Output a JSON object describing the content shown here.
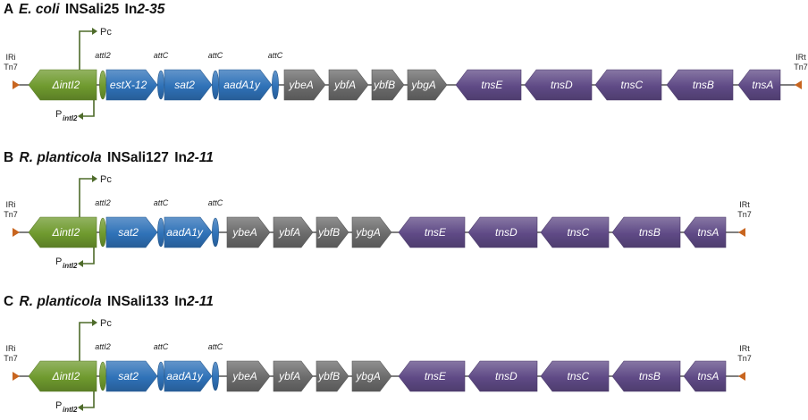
{
  "panels": [
    {
      "letter": "A",
      "organism": "E. coli",
      "element": "INSali25",
      "integron_prefix": "In",
      "integron_num": "2-35",
      "promoter_pc": "Pc",
      "promoter_pintl_main": "P",
      "promoter_pintl_sub": "intI2",
      "ir_left": [
        "IRi",
        "Tn7"
      ],
      "ir_right": [
        "IRt",
        "Tn7"
      ],
      "genes": [
        {
          "label": "ΔintI2",
          "color": "olive",
          "dir": "left",
          "kind": "int"
        },
        {
          "label": "",
          "color": "olive",
          "kind": "site",
          "site_label": "attI2"
        },
        {
          "label": "estX-12",
          "color": "blue",
          "dir": "right"
        },
        {
          "label": "",
          "color": "blue",
          "kind": "site",
          "site_label": "attC"
        },
        {
          "label": "sat2",
          "color": "blue",
          "dir": "right"
        },
        {
          "label": "",
          "color": "blue",
          "kind": "site",
          "site_label": "attC"
        },
        {
          "label": "aadA1y",
          "color": "blue",
          "dir": "right"
        },
        {
          "label": "",
          "color": "blue",
          "kind": "site",
          "site_label": "attC"
        },
        {
          "label": "ybeA",
          "color": "grey",
          "dir": "right"
        },
        {
          "label": "ybfA",
          "color": "grey",
          "dir": "right"
        },
        {
          "label": "ybfB",
          "color": "grey",
          "dir": "right"
        },
        {
          "label": "ybgA",
          "color": "grey",
          "dir": "right"
        },
        {
          "label": "tnsE",
          "color": "purple",
          "dir": "left"
        },
        {
          "label": "tnsD",
          "color": "purple",
          "dir": "left"
        },
        {
          "label": "tnsC",
          "color": "purple",
          "dir": "left"
        },
        {
          "label": "tnsB",
          "color": "purple",
          "dir": "left"
        },
        {
          "label": "tnsA",
          "color": "purple",
          "dir": "left"
        }
      ]
    },
    {
      "letter": "B",
      "organism": "R. planticola",
      "element": "INSali127",
      "integron_prefix": "In",
      "integron_num": "2-11",
      "promoter_pc": "Pc",
      "promoter_pintl_main": "P",
      "promoter_pintl_sub": "intI2",
      "ir_left": [
        "IRi",
        "Tn7"
      ],
      "ir_right": [
        "IRt",
        "Tn7"
      ],
      "genes": [
        {
          "label": "ΔintI2",
          "color": "olive",
          "dir": "left",
          "kind": "int"
        },
        {
          "label": "",
          "color": "olive",
          "kind": "site",
          "site_label": "attI2"
        },
        {
          "label": "sat2",
          "color": "blue",
          "dir": "right"
        },
        {
          "label": "",
          "color": "blue",
          "kind": "site",
          "site_label": "attC"
        },
        {
          "label": "aadA1y",
          "color": "blue",
          "dir": "right"
        },
        {
          "label": "",
          "color": "blue",
          "kind": "site",
          "site_label": "attC"
        },
        {
          "label": "ybeA",
          "color": "grey",
          "dir": "right"
        },
        {
          "label": "ybfA",
          "color": "grey",
          "dir": "right"
        },
        {
          "label": "ybfB",
          "color": "grey",
          "dir": "right"
        },
        {
          "label": "ybgA",
          "color": "grey",
          "dir": "right"
        },
        {
          "label": "tnsE",
          "color": "purple",
          "dir": "left"
        },
        {
          "label": "tnsD",
          "color": "purple",
          "dir": "left"
        },
        {
          "label": "tnsC",
          "color": "purple",
          "dir": "left"
        },
        {
          "label": "tnsB",
          "color": "purple",
          "dir": "left"
        },
        {
          "label": "tnsA",
          "color": "purple",
          "dir": "left"
        }
      ]
    },
    {
      "letter": "C",
      "organism": "R. planticola",
      "element": "INSali133",
      "integron_prefix": "In",
      "integron_num": "2-11",
      "promoter_pc": "Pc",
      "promoter_pintl_main": "P",
      "promoter_pintl_sub": "intI2",
      "ir_left": [
        "IRi",
        "Tn7"
      ],
      "ir_right": [
        "IRt",
        "Tn7"
      ],
      "genes": [
        {
          "label": "ΔintI2",
          "color": "olive",
          "dir": "left",
          "kind": "int"
        },
        {
          "label": "",
          "color": "olive",
          "kind": "site",
          "site_label": "attI2"
        },
        {
          "label": "sat2",
          "color": "blue",
          "dir": "right"
        },
        {
          "label": "",
          "color": "blue",
          "kind": "site",
          "site_label": "attC"
        },
        {
          "label": "aadA1y",
          "color": "blue",
          "dir": "right"
        },
        {
          "label": "",
          "color": "blue",
          "kind": "site",
          "site_label": "attC"
        },
        {
          "label": "ybeA",
          "color": "grey",
          "dir": "right"
        },
        {
          "label": "ybfA",
          "color": "grey",
          "dir": "right"
        },
        {
          "label": "ybfB",
          "color": "grey",
          "dir": "right"
        },
        {
          "label": "ybgA",
          "color": "grey",
          "dir": "right"
        },
        {
          "label": "tnsE",
          "color": "purple",
          "dir": "left"
        },
        {
          "label": "tnsD",
          "color": "purple",
          "dir": "left"
        },
        {
          "label": "tnsC",
          "color": "purple",
          "dir": "left"
        },
        {
          "label": "tnsB",
          "color": "purple",
          "dir": "left"
        },
        {
          "label": "tnsA",
          "color": "purple",
          "dir": "left"
        }
      ]
    }
  ],
  "colors": {
    "olive": "#6f9a2e",
    "blue": "#2f72b8",
    "grey": "#6b6b6b",
    "purple": "#5f4a86",
    "ir_marker": "#c8651f",
    "promoter_arrow": "#4e6b2a"
  }
}
